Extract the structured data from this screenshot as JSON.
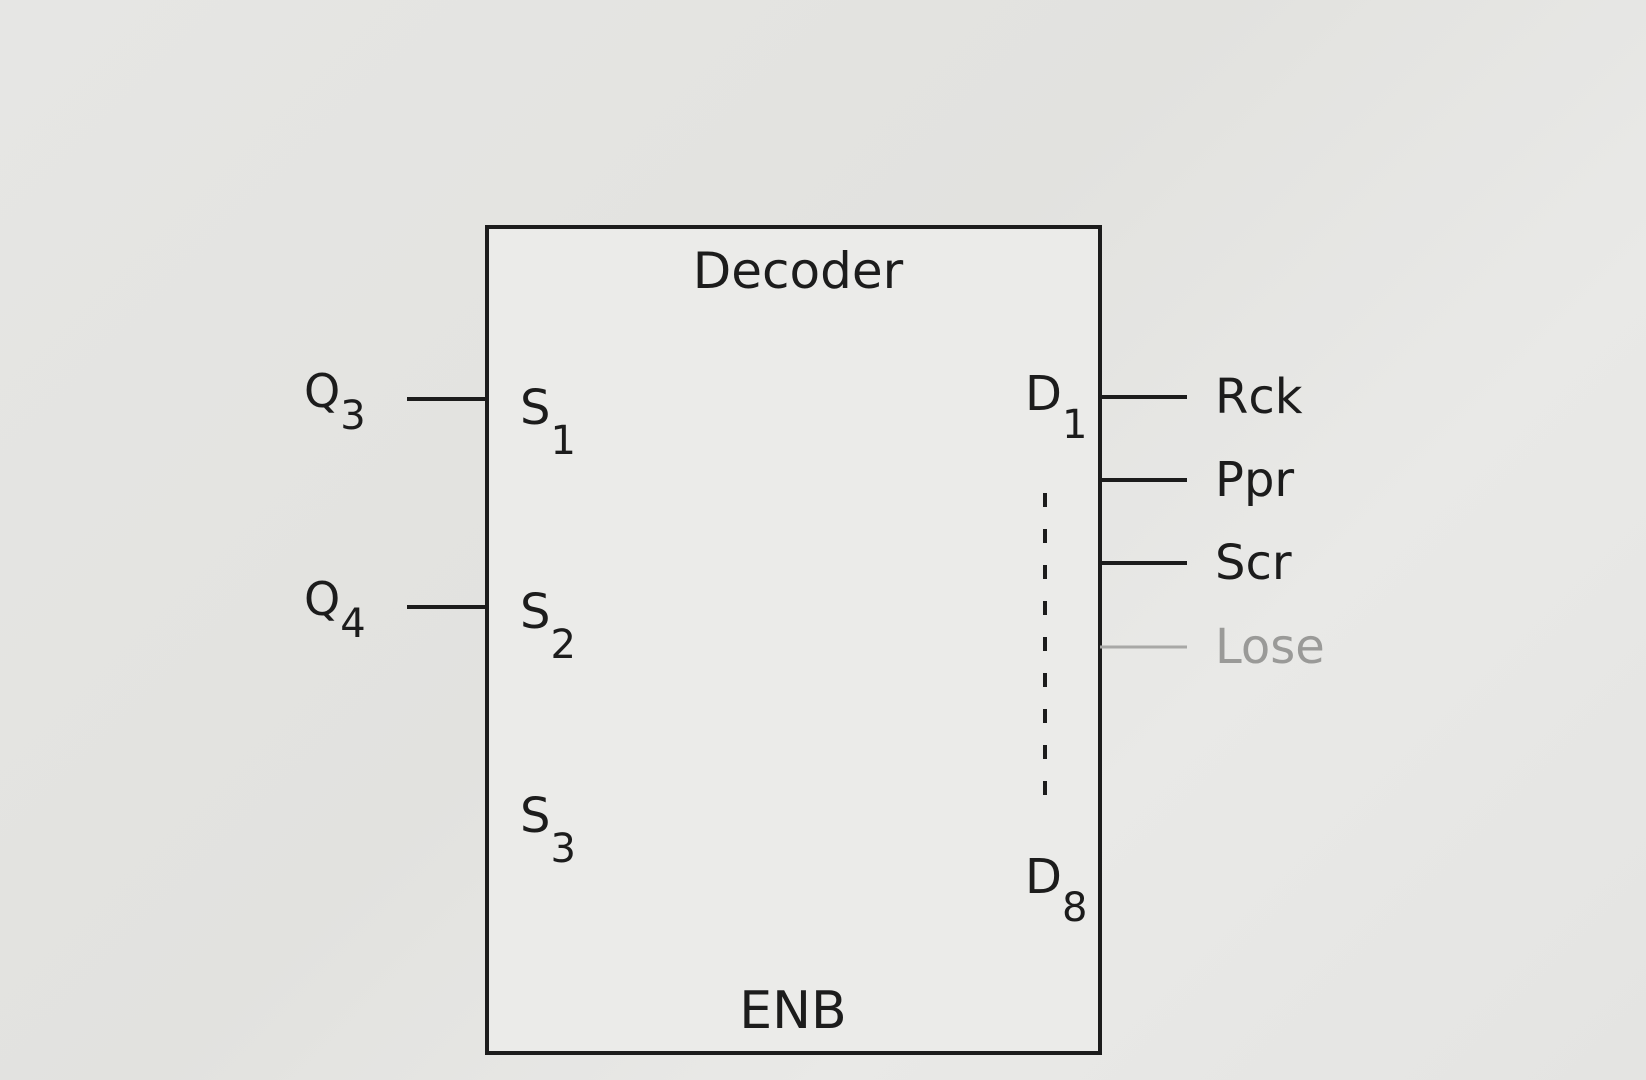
{
  "block": {
    "title": "Decoder",
    "enable_label": "ENB"
  },
  "inputs": [
    {
      "signal": "Q",
      "signal_sub": "3",
      "pin": "S",
      "pin_sub": "1"
    },
    {
      "signal": "Q",
      "signal_sub": "4",
      "pin": "S",
      "pin_sub": "2"
    },
    {
      "pin": "S",
      "pin_sub": "3"
    }
  ],
  "output_pins": [
    {
      "pin": "D",
      "pin_sub": "1"
    },
    {
      "pin": "D",
      "pin_sub": "8"
    }
  ],
  "outputs": [
    {
      "label": "Rck"
    },
    {
      "label": "Ppr"
    },
    {
      "label": "Scr"
    },
    {
      "label": "Lose",
      "faint": true
    }
  ],
  "colors": {
    "line": "#1c1c1c",
    "faint_line": "#a8a8a6",
    "box_fill": "#ebebe9"
  }
}
